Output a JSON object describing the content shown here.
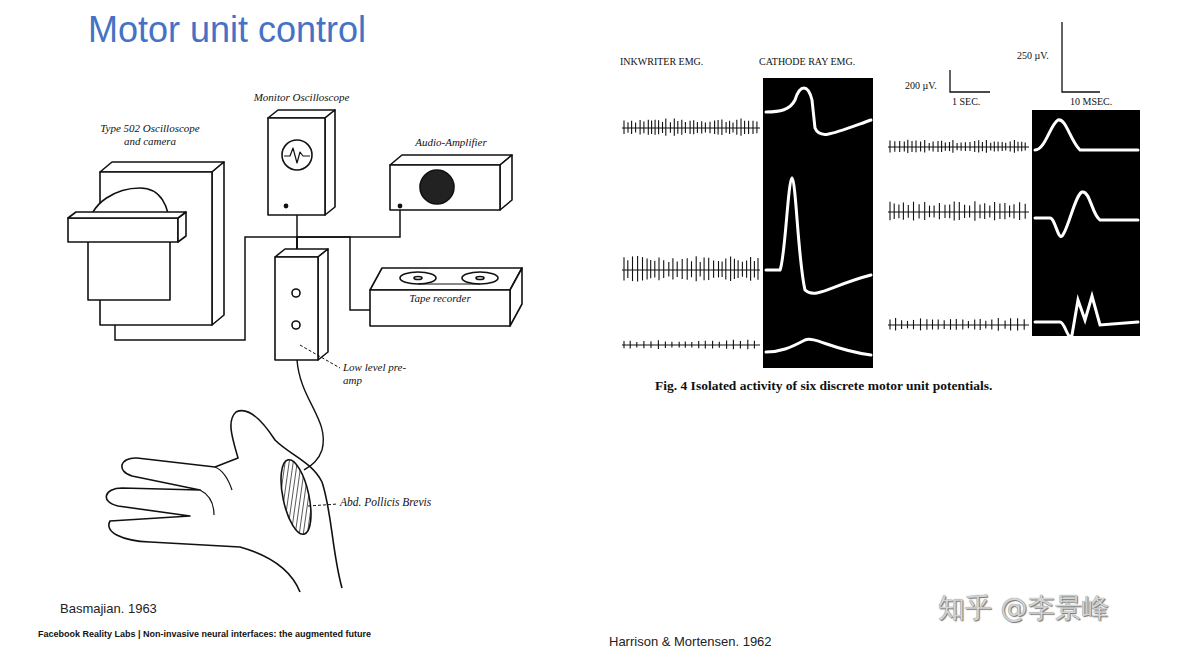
{
  "diagram": {
    "title": "Motor unit control",
    "caption": "Fig. 4 Isolated activity of six discrete motor unit potentials.",
    "nodes": [
      {
        "text": [
          "Type 502 Oscilloscope and camera"
        ]
      },
      {
        "text": [
          "Monitor Oscilloscope"
        ]
      },
      {
        "text": [
          "Audio-Amplifier"
        ]
      },
      {
        "text": [
          "Low level pre-amp"
        ]
      },
      {
        "text": [
          "Tape recorder"
        ]
      }
    ],
    "edges": [
      {
        "from": 3,
        "to": 0,
        "arrow": "none"
      },
      {
        "from": 3,
        "to": 1,
        "arrow": "none"
      },
      {
        "from": 3,
        "to": 2,
        "arrow": "none"
      },
      {
        "from": 3,
        "to": 4,
        "arrow": "none"
      }
    ],
    "labels": [
      "Abd. Pollicis Brevis",
      "INKWRITER EMG.",
      "CATHODE RAY EMG.",
      "200 µV.",
      "1 SEC.",
      "250 µV.",
      "10 MSEC.",
      "Basmajian. 1963",
      "Facebook Reality Labs | Non-invasive neural interfaces: the augmented future",
      "Harrison & Mortensen. 1962",
      "知乎 @李景峰"
    ]
  }
}
